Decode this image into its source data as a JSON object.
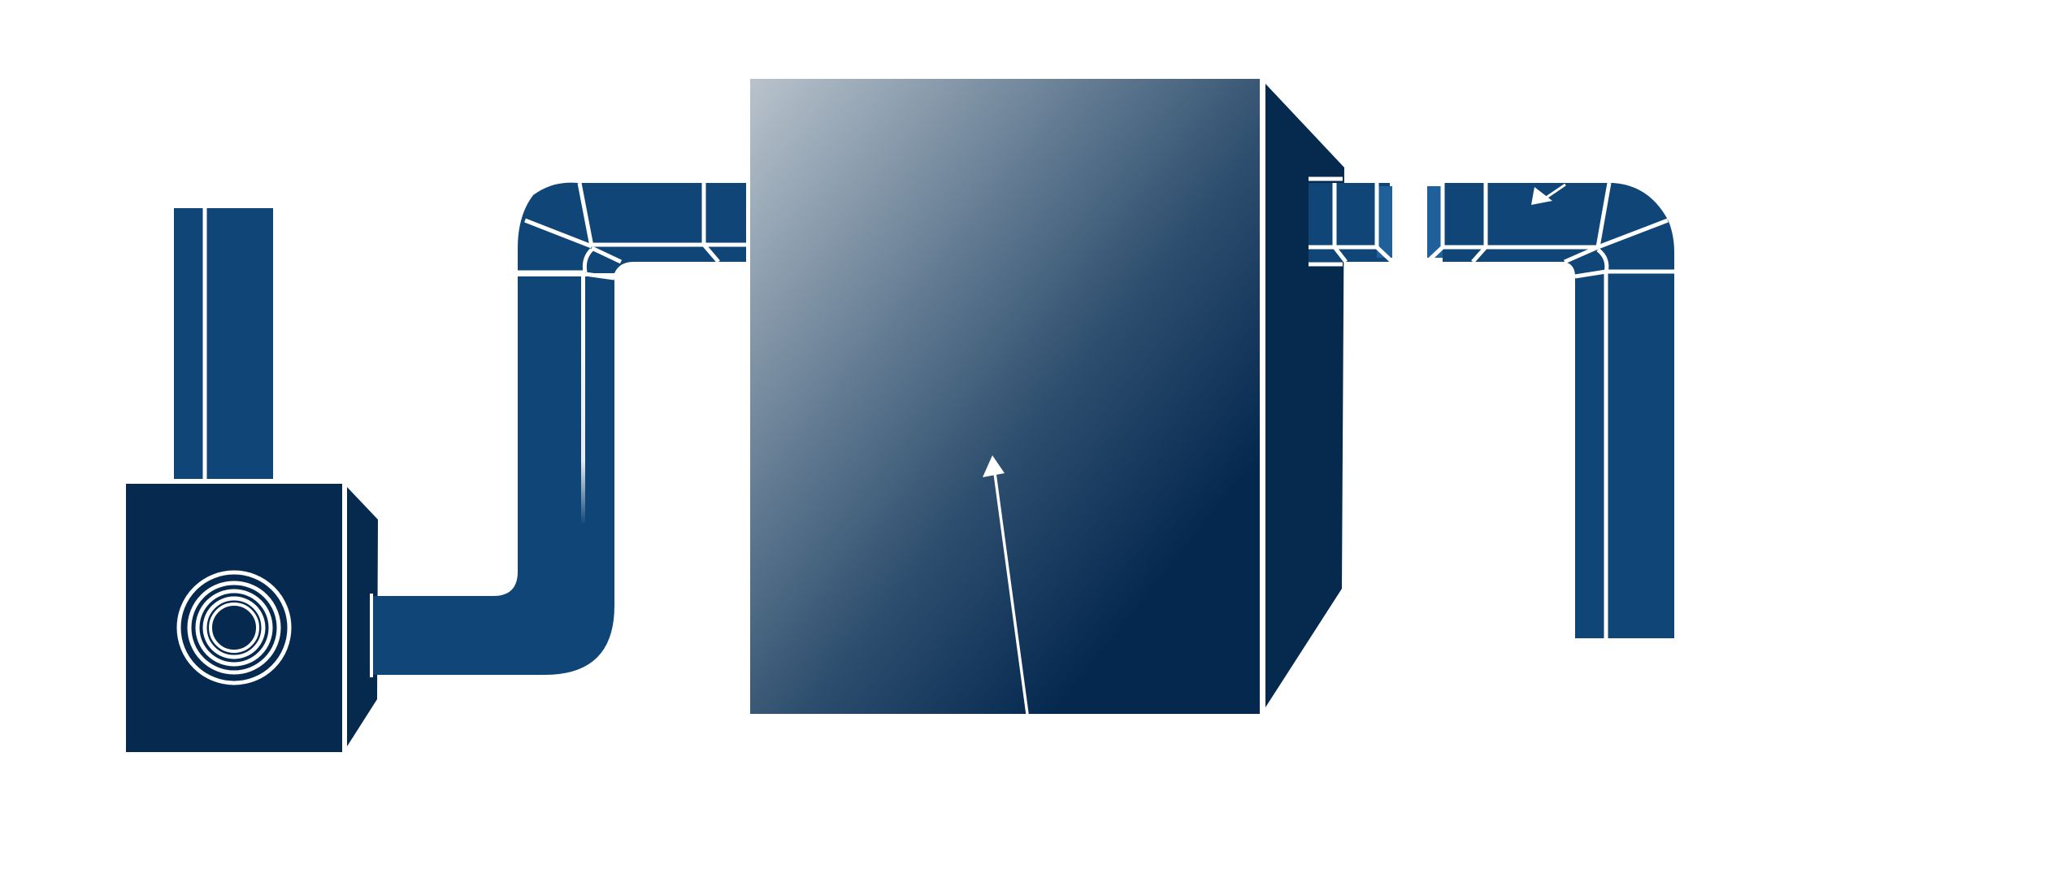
{
  "diagram": {
    "labels": [],
    "colors": {
      "background": "#ffffff",
      "duct": "#0f4677",
      "duct_light": "#1f5f9a",
      "housing": "#05294f",
      "housing_side": "#062a4e",
      "gradient_light": "#b9c3cc",
      "gradient_mid": "#2d4e6e",
      "gradient_dark": "#05284f",
      "seam": "#ffffff"
    },
    "components": [
      {
        "name": "exhaust-stack"
      },
      {
        "name": "blower-unit"
      },
      {
        "name": "inlet-duct"
      },
      {
        "name": "filter-housing"
      },
      {
        "name": "outlet-duct"
      }
    ]
  }
}
